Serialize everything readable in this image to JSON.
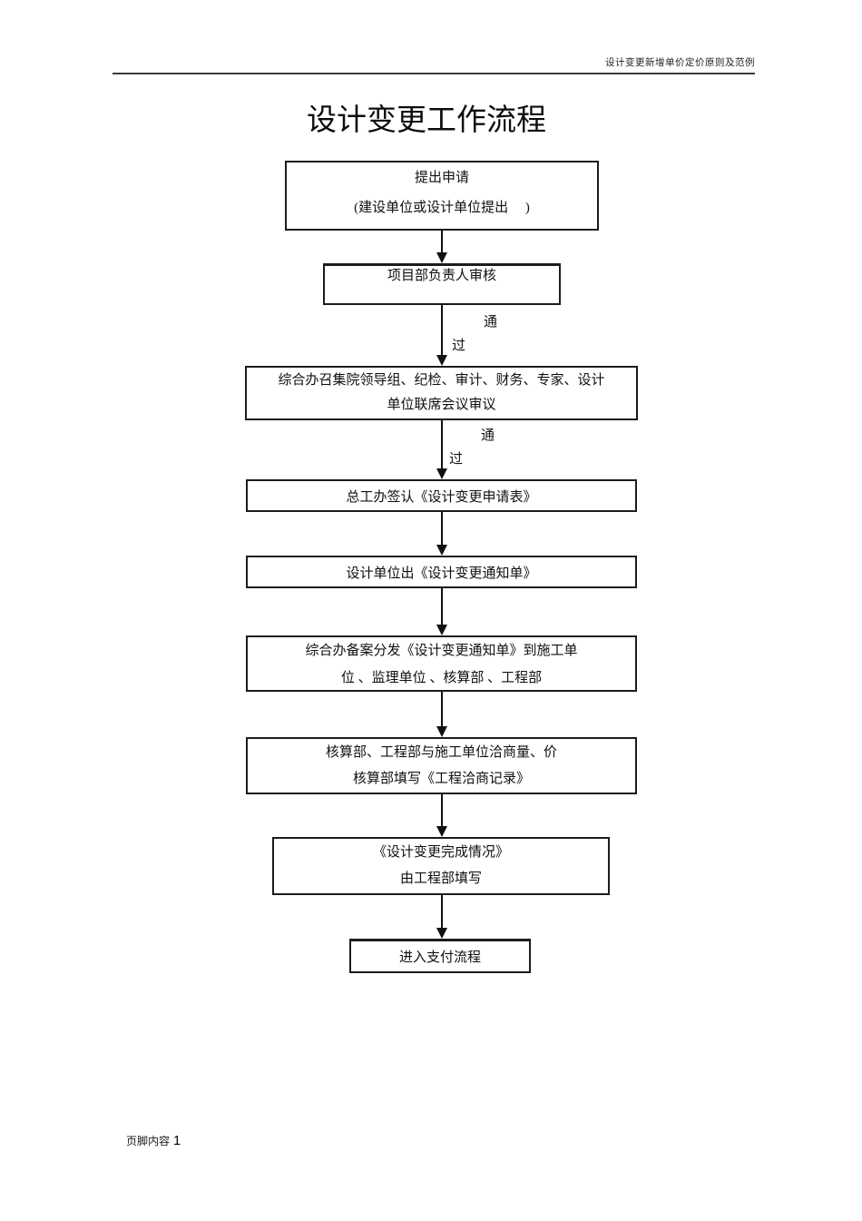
{
  "document": {
    "header": "设计变更新增单价定价原则及范例",
    "title": "设计变更工作流程",
    "footer_label": "页脚内容",
    "footer_page_number": "1"
  },
  "flow": {
    "boxes": [
      {
        "name": "submit-application",
        "lines": [
          "提出申请",
          "(建设单位或设计单位提出　 )"
        ]
      },
      {
        "name": "project-manager-review",
        "lines": [
          "项目部负责人审核"
        ]
      },
      {
        "name": "joint-meeting-review",
        "lines": [
          "综合办召集院领导组、纪检、审计、财务、专家、设计",
          "单位联席会议审议"
        ]
      },
      {
        "name": "chief-engineer-sign",
        "lines": [
          "总工办签认《设计变更申请表》"
        ]
      },
      {
        "name": "design-unit-issue-notice",
        "lines": [
          "设计单位出《设计变更通知单》"
        ]
      },
      {
        "name": "distribute-notice",
        "lines": [
          "综合办备案分发《设计变更通知单》到施工单",
          "位 、监理单位 、核算部 、工程部"
        ]
      },
      {
        "name": "negotiate-quantity-price",
        "lines": [
          "核算部、工程部与施工单位洽商量、价",
          "核算部填写《工程洽商记录》"
        ]
      },
      {
        "name": "completion-status-form",
        "lines": [
          "《设计变更完成情况》",
          "由工程部填写"
        ]
      },
      {
        "name": "enter-payment-process",
        "lines": [
          "进入支付流程"
        ]
      }
    ],
    "pass_label": {
      "top_char": "通",
      "bottom_char": "过"
    },
    "line_color": "#111111",
    "border_color": "#1c1c1c"
  }
}
